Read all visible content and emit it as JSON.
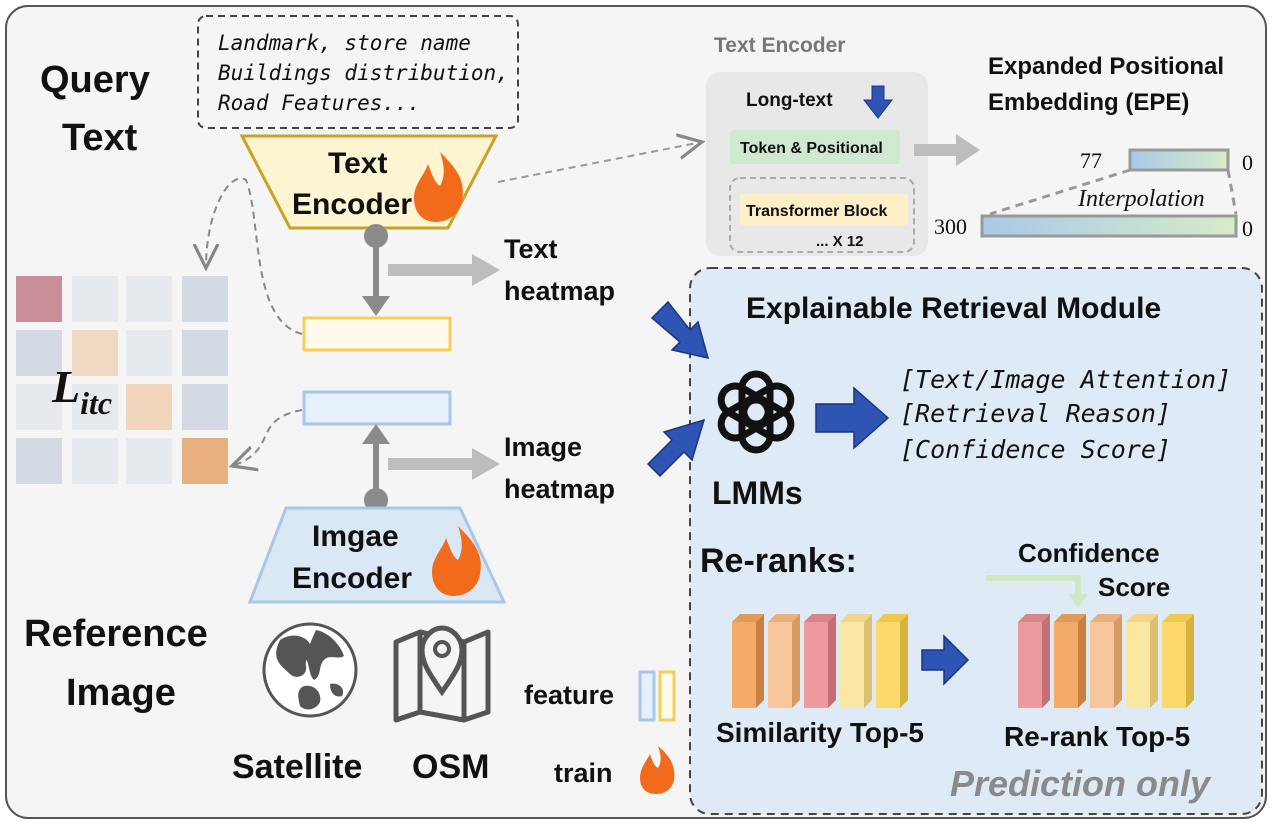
{
  "query": {
    "title_line1": "Query",
    "title_line2": "Text",
    "examples_line1": "Landmark, store name",
    "examples_line2": "Buildings distribution,",
    "examples_line3": "Road Features..."
  },
  "text_encoder": {
    "line1": "Text",
    "line2": "Encoder"
  },
  "image_encoder": {
    "line1": "Imgae",
    "line2": "Encoder"
  },
  "text_encoder_detail": {
    "title": "Text  Encoder",
    "long_text": "Long-text",
    "token_positional": "Token & Positional",
    "transformer_block": "Transformer Block",
    "repeat": "... X 12"
  },
  "epe": {
    "title_line1": "Expanded Positional",
    "title_line2": "Embedding (EPE)",
    "short_len": "77",
    "long_len": "300",
    "zero_top": "0",
    "zero_bottom": "0",
    "interpolation": "Interpolation"
  },
  "heatmaps": {
    "text_line1": "Text",
    "text_line2": "heatmap",
    "image_line1": "Image",
    "image_line2": "heatmap"
  },
  "loss": {
    "symbol": "L",
    "subscript": "itc"
  },
  "reference": {
    "title_line1": "Reference",
    "title_line2": "Image",
    "satellite": "Satellite",
    "osm": "OSM"
  },
  "legend": {
    "feature": "feature",
    "train": "train"
  },
  "module": {
    "title": "Explainable Retrieval Module",
    "lmm": "LMMs",
    "outputs": [
      "[Text/Image Attention]",
      "[Retrieval Reason]",
      "[Confidence Score]"
    ],
    "rerank_title": "Re-ranks:",
    "confidence_line1": "Confidence",
    "confidence_line2": "Score",
    "similarity_label": "Similarity Top-5",
    "rerank_label": "Re-rank Top-5",
    "note": "Prediction only"
  },
  "colors": {
    "text_feature": "#f5d77a",
    "image_feature": "#b9d3ee",
    "module_bg": "#deebf7",
    "arrow_blue": "#2f55b4",
    "fire": "#f26b1d"
  }
}
